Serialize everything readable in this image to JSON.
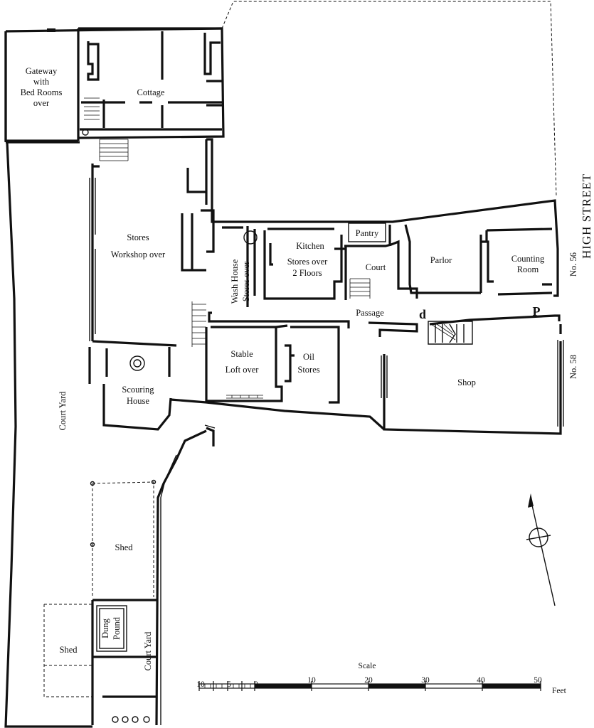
{
  "street": {
    "name": "HIGH STREET",
    "no56": "No. 56",
    "no58": "No. 58"
  },
  "rooms": {
    "gateway": [
      "Gateway",
      "with",
      "Bed Rooms",
      "over"
    ],
    "cottage": "Cottage",
    "stores": "Stores",
    "workshop": "Workshop over",
    "wash_house": "Wash House",
    "stores_over": "Stores over",
    "kitchen": "Kitchen",
    "kitchen_stores": [
      "Stores over",
      "2 Floors"
    ],
    "pantry": "Pantry",
    "court": "Court",
    "parlor": "Parlor",
    "counting_room": [
      "Counting",
      "Room"
    ],
    "passage": "Passage",
    "stable": [
      "Stable",
      "Loft over"
    ],
    "oil_stores": [
      "Oil",
      "Stores"
    ],
    "shop": "Shop",
    "scouring_house": [
      "Scouring",
      "House"
    ],
    "court_yard_left": "Court Yard",
    "court_yard_lower": "Court Yard",
    "shed_upper": "Shed",
    "shed_lower": "Shed",
    "dung_pound": [
      "Dung",
      "Pound"
    ]
  },
  "markers": {
    "d": "d",
    "p": "P"
  },
  "scale": {
    "title": "Scale",
    "ticks": [
      "10",
      "5",
      "0",
      "10",
      "20",
      "30",
      "40",
      "50"
    ],
    "unit": "Feet"
  }
}
